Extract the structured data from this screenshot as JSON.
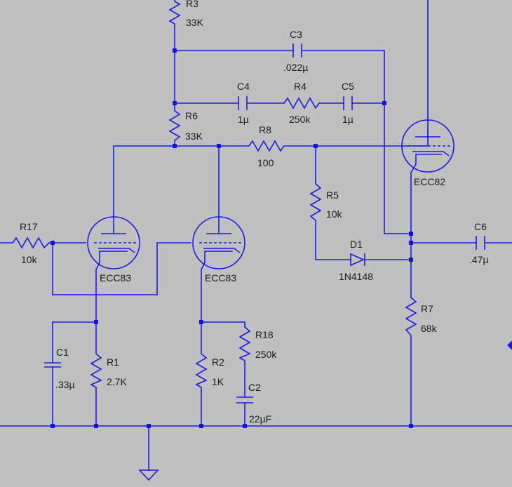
{
  "components": {
    "r3": {
      "ref": "R3",
      "value": "33K"
    },
    "c3": {
      "ref": "C3",
      "value": ".022µ"
    },
    "c4": {
      "ref": "C4",
      "value": "1µ"
    },
    "r4": {
      "ref": "R4",
      "value": "250k"
    },
    "c5": {
      "ref": "C5",
      "value": "1µ"
    },
    "r6": {
      "ref": "R6",
      "value": "33K"
    },
    "r8": {
      "ref": "R8",
      "value": "100"
    },
    "r5": {
      "ref": "R5",
      "value": "10k"
    },
    "r17": {
      "ref": "R17",
      "value": "10k"
    },
    "d1": {
      "ref": "D1",
      "value": "1N4148"
    },
    "c6": {
      "ref": "C6",
      "value": ".47µ"
    },
    "r7": {
      "ref": "R7",
      "value": "68k"
    },
    "c1": {
      "ref": "C1",
      "value": ".33µ"
    },
    "r1": {
      "ref": "R1",
      "value": "2.7K"
    },
    "r2": {
      "ref": "R2",
      "value": "1K"
    },
    "r18": {
      "ref": "R18",
      "value": "250k"
    },
    "c2": {
      "ref": "C2",
      "value": "22µF"
    }
  },
  "tubes": {
    "v1": {
      "model": "ECC83"
    },
    "v2": {
      "model": "ECC83"
    },
    "v3": {
      "model": "ECC82"
    }
  },
  "colors": {
    "background": "#c0c0c0",
    "wire": "#1a1ae6",
    "junction": "#1414e0",
    "label": "#1a1a1a"
  }
}
